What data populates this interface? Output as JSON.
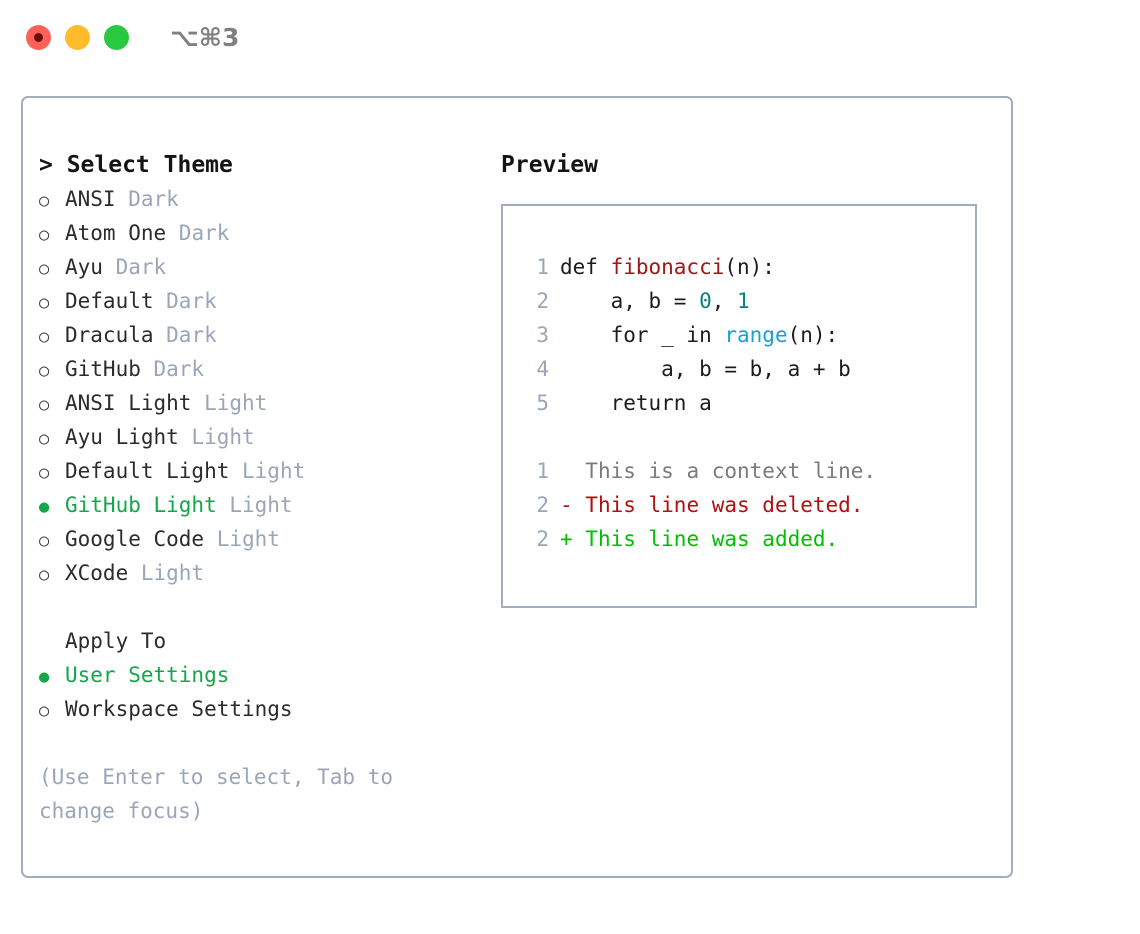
{
  "window": {
    "traffic_lights": [
      {
        "name": "close",
        "color": "#ff6058"
      },
      {
        "name": "minimize",
        "color": "#ffbd2e"
      },
      {
        "name": "zoom",
        "color": "#28c840"
      }
    ],
    "shortcut_label": "⌥⌘3"
  },
  "theme_picker": {
    "heading": "> Select Theme",
    "selected_color": "#13a74a",
    "kind_color": "#9aa6b8",
    "bullet_empty": "○",
    "bullet_filled": "●",
    "items": [
      {
        "name": "ANSI",
        "kind": "Dark",
        "selected": false
      },
      {
        "name": "Atom One",
        "kind": "Dark",
        "selected": false
      },
      {
        "name": "Ayu",
        "kind": "Dark",
        "selected": false
      },
      {
        "name": "Default",
        "kind": "Dark",
        "selected": false
      },
      {
        "name": "Dracula",
        "kind": "Dark",
        "selected": false
      },
      {
        "name": "GitHub",
        "kind": "Dark",
        "selected": false
      },
      {
        "name": "ANSI Light",
        "kind": "Light",
        "selected": false
      },
      {
        "name": "Ayu Light",
        "kind": "Light",
        "selected": false
      },
      {
        "name": "Default Light",
        "kind": "Light",
        "selected": false
      },
      {
        "name": "GitHub Light",
        "kind": "Light",
        "selected": true
      },
      {
        "name": "Google Code",
        "kind": "Light",
        "selected": false
      },
      {
        "name": "XCode",
        "kind": "Light",
        "selected": false
      }
    ]
  },
  "apply_to": {
    "heading": "Apply To",
    "items": [
      {
        "name": "User Settings",
        "selected": true
      },
      {
        "name": "Workspace Settings",
        "selected": false
      }
    ]
  },
  "hint": "(Use Enter to select, Tab to change focus)",
  "preview": {
    "title": "Preview",
    "code_lines": [
      {
        "no": "1",
        "segments": [
          {
            "text": "def ",
            "style": "plain"
          },
          {
            "text": "fibonacci",
            "style": "fn"
          },
          {
            "text": "(n):",
            "style": "plain"
          }
        ]
      },
      {
        "no": "2",
        "segments": [
          {
            "text": "    a, b = ",
            "style": "plain"
          },
          {
            "text": "0",
            "style": "num"
          },
          {
            "text": ", ",
            "style": "plain"
          },
          {
            "text": "1",
            "style": "num"
          }
        ]
      },
      {
        "no": "3",
        "segments": [
          {
            "text": "    for _ in ",
            "style": "plain"
          },
          {
            "text": "range",
            "style": "call"
          },
          {
            "text": "(n):",
            "style": "plain"
          }
        ]
      },
      {
        "no": "4",
        "segments": [
          {
            "text": "        a, b = b, a + b",
            "style": "plain"
          }
        ]
      },
      {
        "no": "5",
        "segments": [
          {
            "text": "    return a",
            "style": "plain"
          }
        ]
      }
    ],
    "diff_lines": [
      {
        "no": "1",
        "marker": " ",
        "text": " This is a context line.",
        "kind": "context"
      },
      {
        "no": "2",
        "marker": "-",
        "text": " This line was deleted.",
        "kind": "deleted"
      },
      {
        "no": "2",
        "marker": "+",
        "text": " This line was added.",
        "kind": "added"
      }
    ],
    "colors": {
      "function": "#a31515",
      "number": "#0a8080",
      "builtin": "#1a9fd4",
      "context": "#7b7b7b",
      "deleted": "#b01010",
      "added": "#00bf00",
      "lineno": "#9aa6b8"
    }
  }
}
